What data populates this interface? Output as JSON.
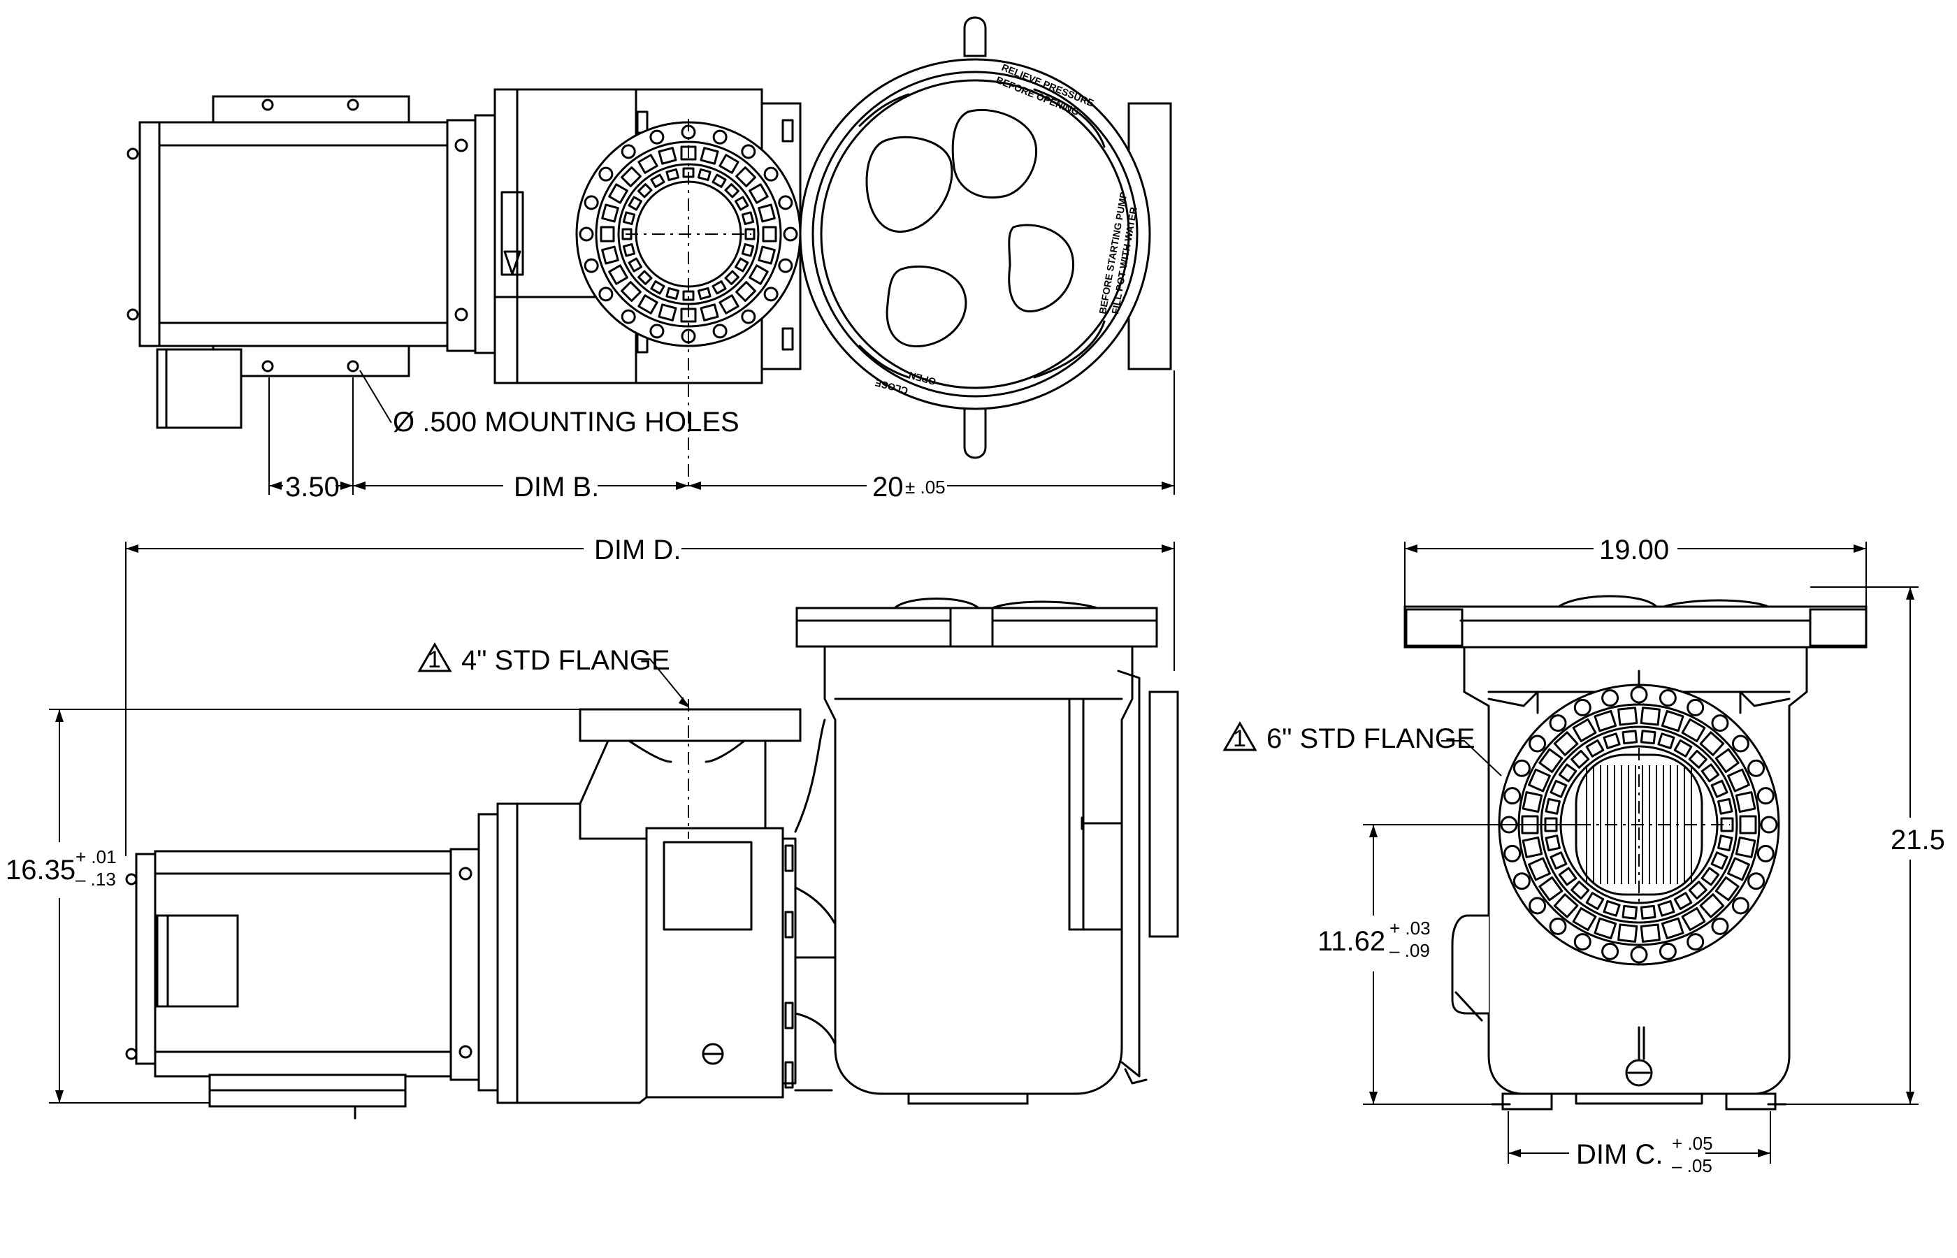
{
  "top_view": {
    "dim_left": "3.50",
    "dim_mid": "DIM B.",
    "dim_right_value": "20",
    "dim_right_tol": "± .05",
    "mounting_note": "Ø .500 MOUNTING HOLES",
    "lid_text_1": "RELIEVE PRESSURE",
    "lid_text_2": "BEFORE OPENING",
    "lid_text_3": "FILL POT WITH WATER",
    "lid_text_4": "BEFORE STARTING PUMP",
    "lid_text_5": "CLOSE",
    "lid_text_6": "OPEN"
  },
  "side_view": {
    "dim_overall": "DIM D.",
    "flange_note": "4\" STD FLANGE",
    "flange_marker": "1",
    "height_value": "16.35",
    "height_tol_plus": "+ .01",
    "height_tol_minus": "– .13"
  },
  "end_view": {
    "width_value": "19.00",
    "flange_note": "6\" STD FLANGE",
    "flange_marker": "1",
    "height_total": "21.5",
    "center_value": "11.62",
    "center_tol_plus": "+ .03",
    "center_tol_minus": "– .09",
    "dim_c": "DIM C.",
    "dim_c_tol_plus": "+ .05",
    "dim_c_tol_minus": "– .05"
  }
}
